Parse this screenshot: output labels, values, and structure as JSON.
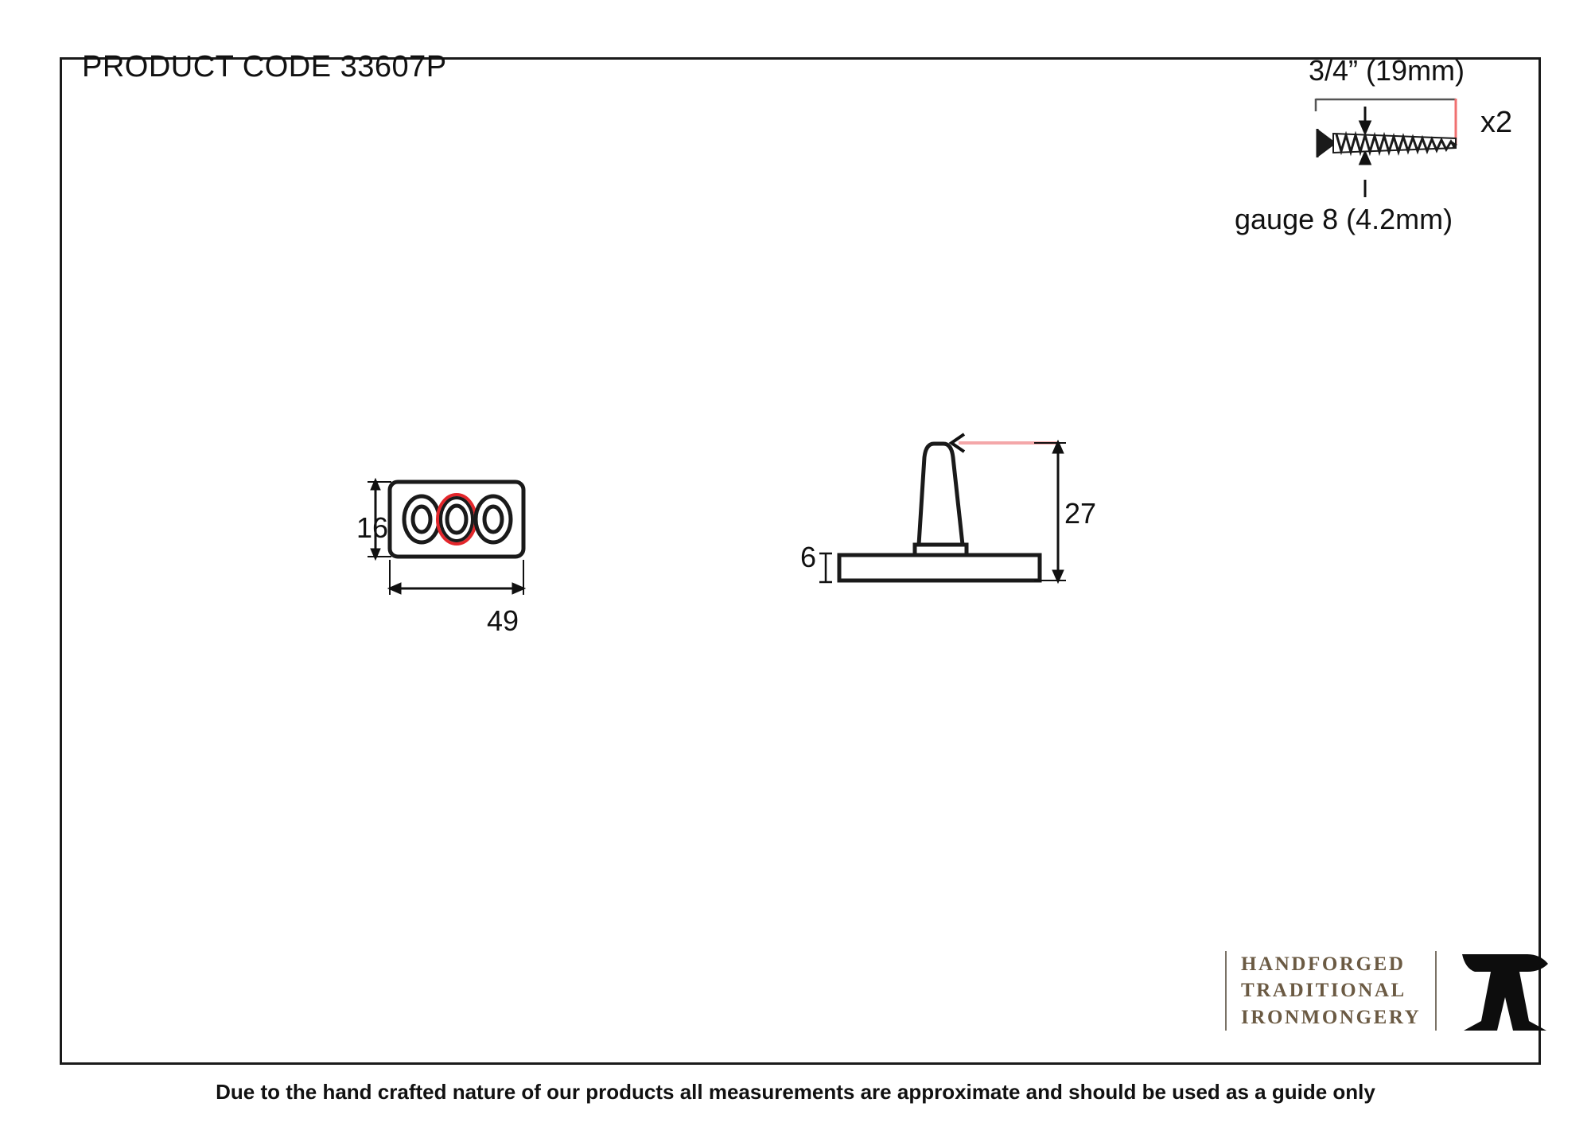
{
  "sheet": {
    "product_code_label": "PRODUCT CODE 33607P",
    "disclaimer": "Due to the hand crafted nature of our products all measurements are approximate and should be used as a guide only"
  },
  "screw_callout": {
    "length_label": "3/4” (19mm)",
    "gauge_label": "gauge 8 (4.2mm)",
    "quantity_label": "x2"
  },
  "front_view": {
    "height_dim": "16",
    "width_dim": "49"
  },
  "side_view": {
    "height_dim": "27",
    "base_thickness_dim": "6"
  },
  "logo": {
    "line1": "HANDFORGED",
    "line2": "TRADITIONAL",
    "line3": "IRONMONGERY"
  },
  "colors": {
    "line": "#1a1a1a",
    "highlight_red": "#e3262b",
    "highlight_pink": "#f4a7a9",
    "logo_text": "#6b5a43"
  }
}
